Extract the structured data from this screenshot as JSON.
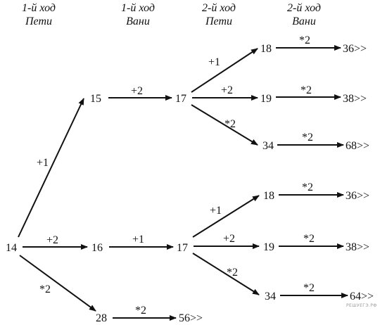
{
  "headers": [
    {
      "line1": "1-й ход",
      "line2": "Пети"
    },
    {
      "line1": "1-й ход",
      "line2": "Вани"
    },
    {
      "line1": "2-й ход",
      "line2": "Пети"
    },
    {
      "line1": "2-й ход",
      "line2": "Вани"
    }
  ],
  "nodes": {
    "root": "14",
    "p1a": "15",
    "p1b": "16",
    "p1c": "28",
    "v1a": "17",
    "v1b": "17",
    "v1c": "56>>",
    "a18": "18",
    "a19": "19",
    "a34": "34",
    "b18": "18",
    "b19": "19",
    "b34": "34",
    "ra36": "36>>",
    "ra38": "38>>",
    "ra68": "68>>",
    "rb36": "36>>",
    "rb38": "38>>",
    "rb64": "64>>"
  },
  "ops": {
    "root_p1a": "+1",
    "root_p1b": "+2",
    "root_p1c": "*2",
    "p1a_v1a": "+2",
    "p1b_v1b": "+1",
    "p1c_v1c": "*2",
    "v1a_a18": "+1",
    "v1a_a19": "+2",
    "v1a_a34": "*2",
    "v1b_b18": "+1",
    "v1b_b19": "+2",
    "v1b_b34": "*2",
    "a18_ra36": "*2",
    "a19_ra38": "*2",
    "a34_ra68": "*2",
    "b18_rb36": "*2",
    "b19_rb38": "*2",
    "b34_rb64": "*2"
  },
  "watermark": "РЕШУЕГЭ.РФ"
}
